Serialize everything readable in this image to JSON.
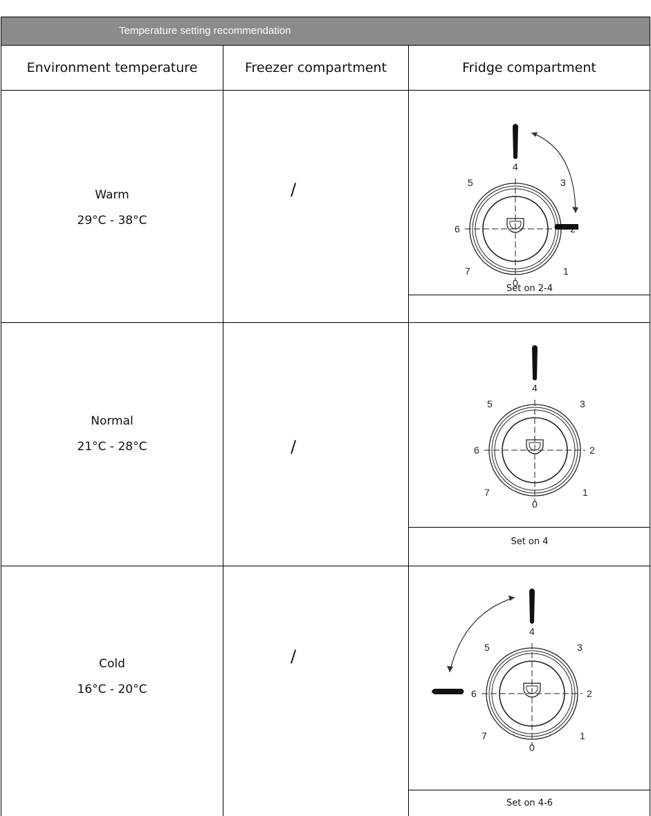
{
  "title": "Temperature setting recommendation",
  "headers": {
    "environment": "Environment temperature",
    "freezer": "Freezer compartment",
    "fridge": "Fridge compartment"
  },
  "rows": [
    {
      "name": "Warm",
      "range": "29°C - 38°C",
      "freezer": "/",
      "fridge_caption": "Set on 2-4",
      "dial_setting": "2-4"
    },
    {
      "name": "Normal",
      "range": "21°C - 28°C",
      "freezer": "/",
      "fridge_caption": "Set on 4",
      "dial_setting": "4"
    },
    {
      "name": "Cold",
      "range": "16°C - 20°C",
      "freezer": "/",
      "fridge_caption": "Set on 4-6",
      "dial_setting": "4-6"
    }
  ],
  "dial_numbers": [
    "0",
    "1",
    "2",
    "3",
    "4",
    "5",
    "6",
    "7"
  ]
}
